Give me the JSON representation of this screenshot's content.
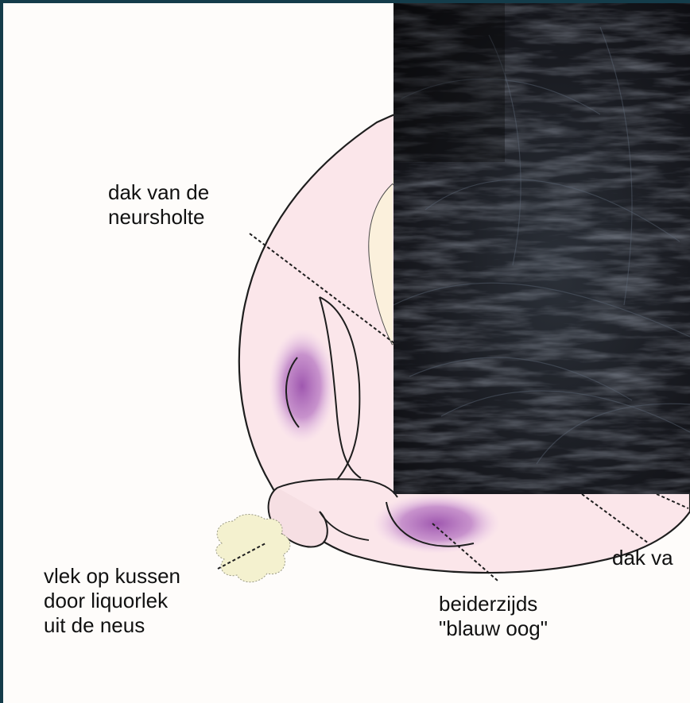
{
  "labels": {
    "roof_nasal_cavity": "dak van de\nneursholte",
    "spot_pillow": "vlek op kussen\ndoor liquorlek\nuit de neus",
    "black_eyes": "beiderzijds\n\"blauw oog\"",
    "roof_truncated": "dak va"
  },
  "colors": {
    "frame": "#143c4a",
    "paper": "#fefcfa",
    "skin": "#fbe6ea",
    "bruise": "#a560b4",
    "fluid": "#f4f1cf"
  }
}
